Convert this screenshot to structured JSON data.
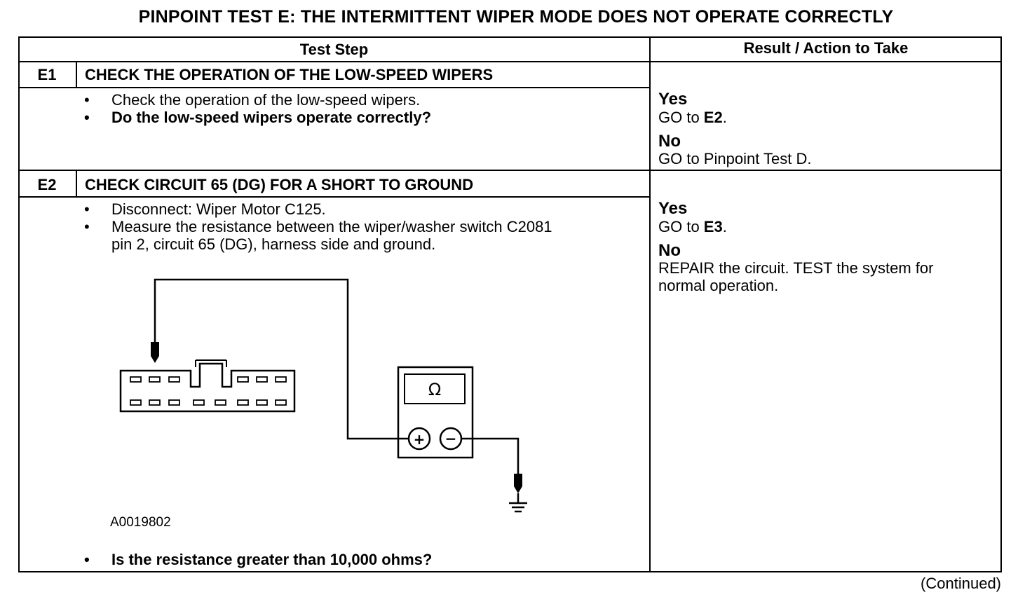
{
  "title": "PINPOINT TEST  E: THE INTERMITTENT WIPER MODE DOES NOT OPERATE CORRECTLY",
  "header": {
    "test_step": "Test Step",
    "result_action": "Result / Action to Take"
  },
  "steps": [
    {
      "id": "E1",
      "heading": "CHECK THE OPERATION OF THE LOW-SPEED WIPERS",
      "bullets": [
        "Check the operation of the low-speed wipers.",
        "Do the low-speed wipers operate correctly?"
      ],
      "results": {
        "yes_label": "Yes",
        "yes_prefix": "GO to ",
        "yes_target": "E2",
        "yes_suffix": ".",
        "no_label": "No",
        "no_text": "GO to Pinpoint Test D."
      }
    },
    {
      "id": "E2",
      "heading": "CHECK CIRCUIT 65 (DG) FOR A SHORT TO GROUND",
      "bullets": [
        "Disconnect: Wiper Motor C125.",
        "Measure the resistance between the wiper/washer switch C2081",
        "pin 2, circuit 65 (DG), harness side and ground."
      ],
      "figure_id": "A0019802",
      "meter_symbol": "Ω",
      "plus_symbol": "+",
      "minus_symbol": "−",
      "question": "Is the resistance greater than 10,000 ohms?",
      "results": {
        "yes_label": "Yes",
        "yes_prefix": "GO to ",
        "yes_target": "E3",
        "yes_suffix": ".",
        "no_label": "No",
        "no_line1": "REPAIR the circuit. TEST the system for",
        "no_line2": "normal operation."
      }
    }
  ],
  "bullet_glyph": "•",
  "continued": "(Continued)"
}
